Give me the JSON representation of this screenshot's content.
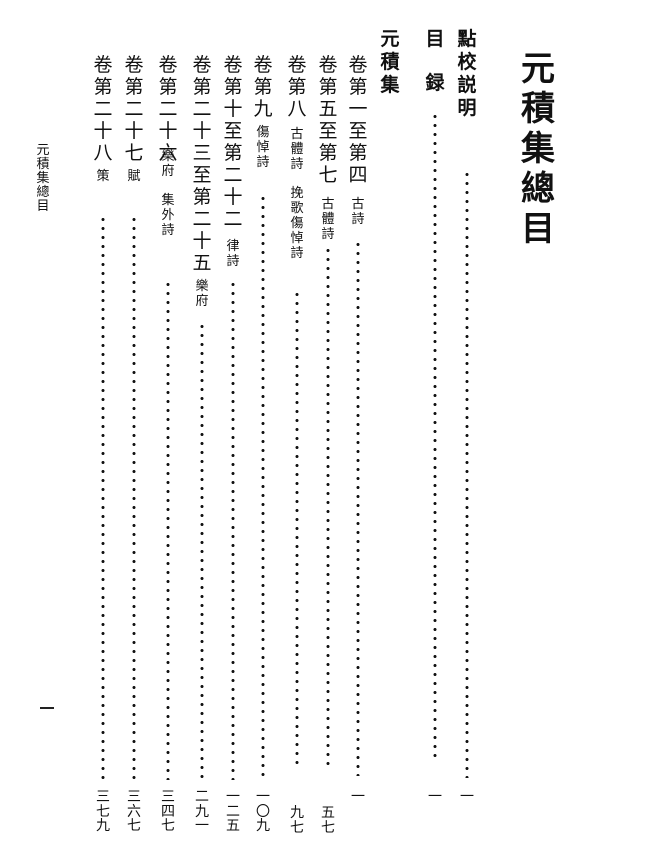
{
  "page_title": "元積集總目",
  "running_header": "元積集總目",
  "folio": "一",
  "entries": [
    {
      "id": "preface",
      "label": "點校説明",
      "bold": true,
      "sub": "",
      "page": "一"
    },
    {
      "id": "contents",
      "label": "目　録",
      "bold": true,
      "sub": "",
      "page": "一"
    },
    {
      "id": "collection",
      "label": "元積集",
      "bold": true,
      "sub": "",
      "page": ""
    },
    {
      "id": "j1-4",
      "label": "卷第一至第四",
      "sub": "古詩",
      "page": "一"
    },
    {
      "id": "j5-7",
      "label": "卷第五至第七",
      "sub": "古體詩",
      "page": "五七"
    },
    {
      "id": "j8",
      "label": "卷第八",
      "sub": "古體詩　挽歌傷悼詩",
      "page": "九七"
    },
    {
      "id": "j9",
      "label": "卷第九",
      "sub": "傷悼詩",
      "page": "一〇九"
    },
    {
      "id": "j10-22",
      "label": "卷第十至第二十二",
      "sub": "律詩",
      "page": "一二五"
    },
    {
      "id": "j23-25",
      "label": "卷第二十三至第二十五",
      "sub": "樂府",
      "page": "二九一"
    },
    {
      "id": "j26",
      "label": "卷第二十六",
      "sub": "樂府　集外詩",
      "page": "三四七"
    },
    {
      "id": "j27",
      "label": "卷第二十七",
      "sub": "賦",
      "page": "三六七"
    },
    {
      "id": "j28",
      "label": "卷第二十八",
      "sub": "策",
      "page": "三七九"
    }
  ]
}
